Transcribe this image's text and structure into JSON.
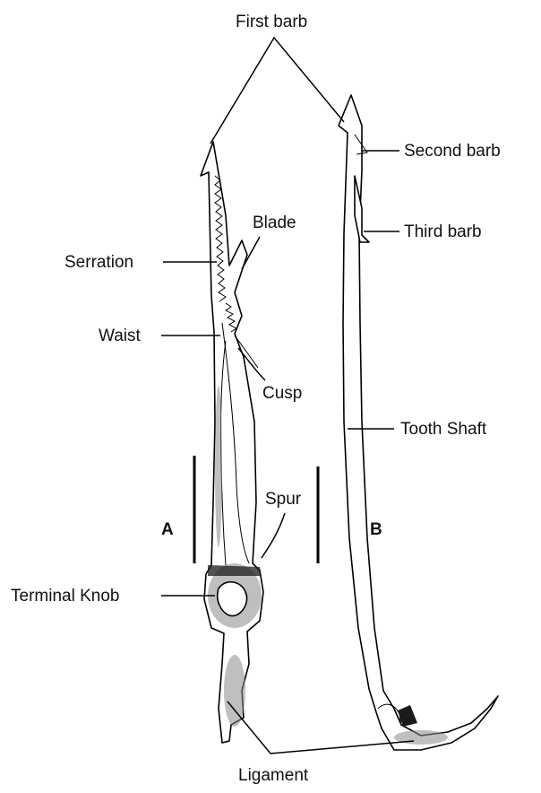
{
  "labels": {
    "first_barb": "First barb",
    "second_barb": "Second barb",
    "third_barb": "Third barb",
    "blade": "Blade",
    "serration": "Serration",
    "waist": "Waist",
    "cusp": "Cusp",
    "tooth_shaft": "Tooth Shaft",
    "spur": "Spur",
    "terminal_knob": "Terminal Knob",
    "ligament": "Ligament"
  },
  "panels": {
    "a": "A",
    "b": "B"
  }
}
